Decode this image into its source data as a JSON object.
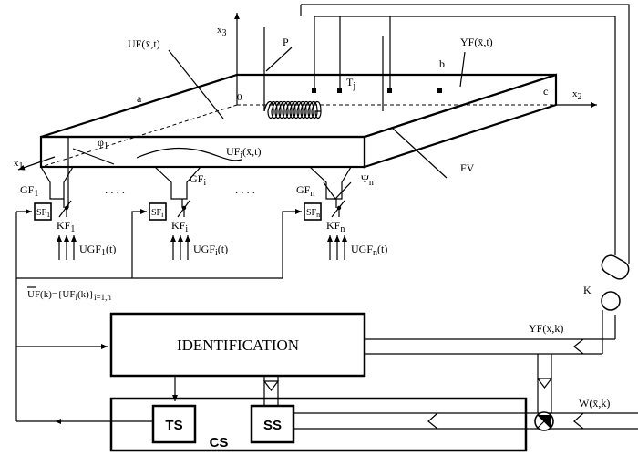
{
  "labels": {
    "uf_field": "UF(x̄,t)",
    "p": "P",
    "x3": "x",
    "x3_sub": "3",
    "yf_field": "YF(x̄,t)",
    "a": "a",
    "b": "b",
    "c": "c",
    "origin": "0",
    "tj": "T",
    "tj_sub": "j",
    "x2": "x",
    "x2_sub": "2",
    "x1": "x",
    "x1_sub": "1",
    "phi1": "φ",
    "phi1_sub": "1",
    "ufi": "UF",
    "ufi_sub": "i",
    "ufi_args": "(x̄,t)",
    "fv": "FV",
    "psi_n": "Ψ",
    "psi_n_sub": "n",
    "gf1": "GF",
    "gf1_sub": "1",
    "gfi": "GF",
    "gfi_sub": "i",
    "gfn": "GF",
    "gfn_sub": "n",
    "sf1": "SF",
    "sf1_sub": "1",
    "sfi": "SF",
    "sfi_sub": "i",
    "sfn": "SF",
    "sfn_sub": "n",
    "kf1": "KF",
    "kf1_sub": "1",
    "kfi": "KF",
    "kfi_sub": "i",
    "kfn": "KF",
    "kfn_sub": "n",
    "ugf1": "UGF",
    "ugf1_sub": "1",
    "ugf1_arg": "(t)",
    "ugfi": "UGF",
    "ugfi_sub": "i",
    "ugfi_arg": "(t)",
    "ugfn": "UGF",
    "ugfn_sub": "n",
    "ugfn_arg": "(t)",
    "dots_left": "....",
    "dots_right": "....",
    "uf_vector": "UF(k)={UF",
    "uf_vector_sub": "i",
    "uf_vector_tail": "(k)}",
    "uf_vector_range": "i=1,n",
    "k": "K",
    "yf_k": "YF(x̄,k)",
    "w_k": "W(x̄,k)",
    "identification": "IDENTIFICATION",
    "ts": "TS",
    "ss": "SS",
    "cs": "CS"
  }
}
